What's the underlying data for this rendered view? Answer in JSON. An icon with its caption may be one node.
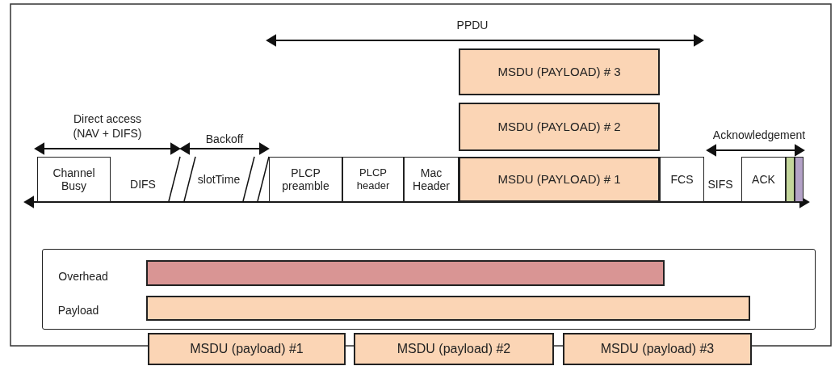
{
  "diagram": {
    "nodes": [
      {
        "text": [
          "MSDU (PAYLOAD) # 3"
        ]
      },
      {
        "text": [
          "MSDU (PAYLOAD) # 2"
        ]
      },
      {
        "text": [
          "Channel Busy"
        ]
      },
      {
        "text": [
          "PLCP preamble"
        ]
      },
      {
        "text": [
          "PLCP header"
        ]
      },
      {
        "text": [
          "Mac Header"
        ]
      },
      {
        "text": [
          "MSDU (PAYLOAD) # 1"
        ]
      },
      {
        "text": [
          "FCS"
        ]
      },
      {
        "text": [
          "ACK"
        ]
      },
      {
        "text": [],
        "shape": "bar"
      },
      {
        "text": [],
        "shape": "bar"
      },
      {
        "text": [],
        "shape": "box"
      },
      {
        "text": [],
        "shape": "bar",
        "in": 11
      },
      {
        "text": [],
        "shape": "bar",
        "in": 11
      },
      {
        "text": [
          "MSDU (payload) #1"
        ]
      },
      {
        "text": [
          "MSDU (payload) #2"
        ]
      },
      {
        "text": [
          "MSDU (payload) #3"
        ]
      }
    ],
    "labels": [
      "PPDU",
      "Direct access (NAV + DIFS)",
      "Backoff",
      "Acknowledgement",
      "DIFS",
      "slotTime",
      "SIFS",
      "Overhead",
      "Payload"
    ]
  }
}
